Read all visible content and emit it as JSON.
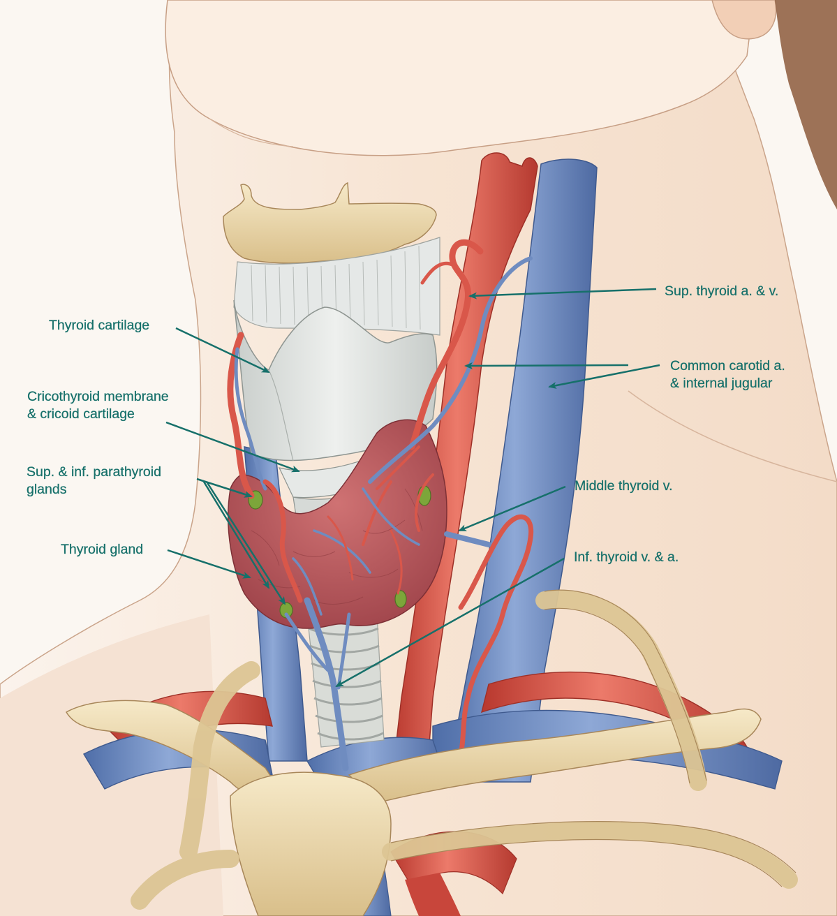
{
  "labels": {
    "thyroid_cartilage": "Thyroid cartilage",
    "cricothyroid": [
      "Cricothyroid membrane",
      "& cricoid cartilage"
    ],
    "parathyroid": [
      "Sup. & inf. parathyroid",
      "glands"
    ],
    "thyroid_gland": "Thyroid gland",
    "sup_thyroid": "Sup. thyroid a. & v.",
    "common_carotid": [
      "Common carotid a.",
      "& internal jugular"
    ],
    "middle_thyroid": "Middle thyroid v.",
    "inf_thyroid": "Inf. thyroid v. & a."
  },
  "colors": {
    "label": "#16706a",
    "artery": "#d9574a",
    "vein": "#6f8cc0",
    "bone": "#ecd9ae",
    "gland": "#b8575c",
    "cartilage": "#d9ddd8",
    "parathyroid": "#7ca63a",
    "skin": "#f6e3d2"
  }
}
